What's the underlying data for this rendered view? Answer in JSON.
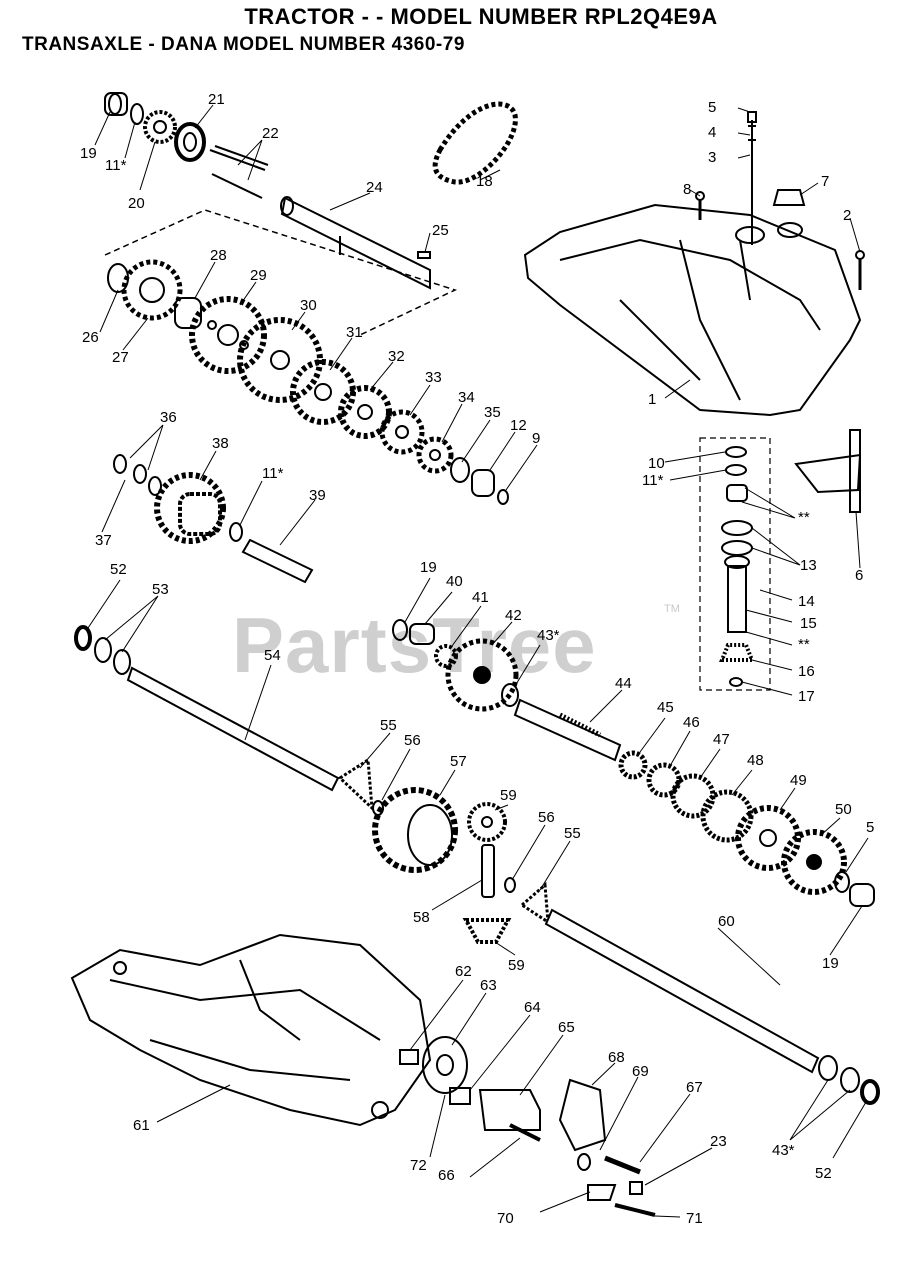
{
  "header": {
    "title": "TRACTOR - - MODEL NUMBER RPL2Q4E9A",
    "subtitle": "TRANSAXLE  - DANA MODEL NUMBER 4360-79"
  },
  "watermark": {
    "text": "PartsTree",
    "tm": "TM"
  },
  "callouts": [
    "19",
    "11*",
    "20",
    "21",
    "22",
    "24",
    "18",
    "25",
    "5",
    "4",
    "3",
    "8",
    "7",
    "2",
    "1",
    "26",
    "27",
    "28",
    "29",
    "30",
    "31",
    "32",
    "33",
    "34",
    "35",
    "12",
    "9",
    "36",
    "38",
    "11*",
    "37",
    "39",
    "10",
    "11*",
    "**",
    "13",
    "14",
    "15",
    "**",
    "16",
    "17",
    "6",
    "52",
    "53",
    "54",
    "19",
    "40",
    "41",
    "42",
    "43*",
    "44",
    "45",
    "46",
    "47",
    "48",
    "49",
    "50",
    "5",
    "55",
    "56",
    "57",
    "59",
    "56",
    "55",
    "58",
    "59",
    "60",
    "19",
    "62",
    "63",
    "64",
    "65",
    "61",
    "68",
    "69",
    "67",
    "23",
    "72",
    "66",
    "43*",
    "52",
    "70",
    "71"
  ]
}
